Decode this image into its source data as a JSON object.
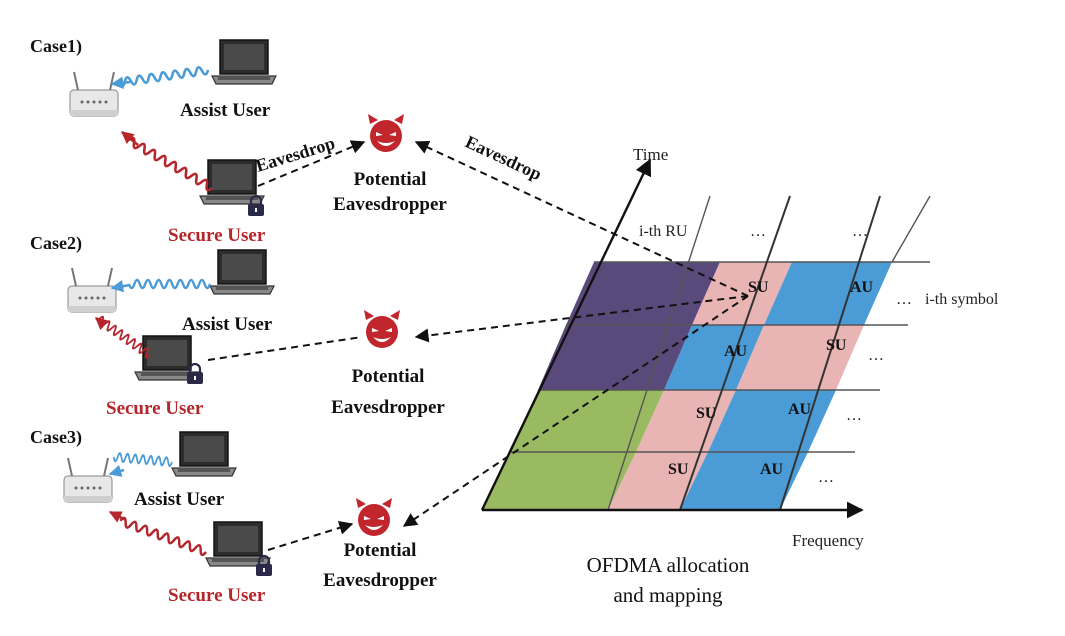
{
  "cases": [
    {
      "label": "Case1)",
      "assist": "Assist User",
      "secure": "Secure User",
      "eavesdropper": [
        "Potential",
        "Eavesdropper"
      ]
    },
    {
      "label": "Case2)",
      "assist": "Assist User",
      "secure": "Secure User",
      "eavesdropper": [
        "Potential",
        "Eavesdropper"
      ]
    },
    {
      "label": "Case3)",
      "assist": "Assist User",
      "secure": "Secure User",
      "eavesdropper": [
        "Potential",
        "Eavesdropper"
      ]
    }
  ],
  "eavesdrop_labels": [
    "Eavesdrop",
    "Eavesdrop"
  ],
  "grid": {
    "time_label": "Time",
    "frequency_label": "Frequency",
    "ru_label": "i-th RU",
    "symbol_label": "i-th symbol",
    "ellipsis": "…",
    "caption": [
      "OFDMA allocation",
      "and mapping"
    ],
    "cells": {
      "r0": [
        "",
        "SU",
        "AU"
      ],
      "r1": [
        "",
        "AU",
        "SU"
      ],
      "r2": [
        "",
        "SU",
        "AU"
      ],
      "r3": [
        "",
        "SU",
        "AU"
      ]
    }
  },
  "colors": {
    "secure": "#b5262c",
    "assist_wave": "#4a9bd6",
    "secure_wave": "#b5262c",
    "purple": "#5a4a7c",
    "green": "#9aba62",
    "pink": "#e8b4b4",
    "blue": "#4b9bd6",
    "devil": "#c0262c"
  }
}
